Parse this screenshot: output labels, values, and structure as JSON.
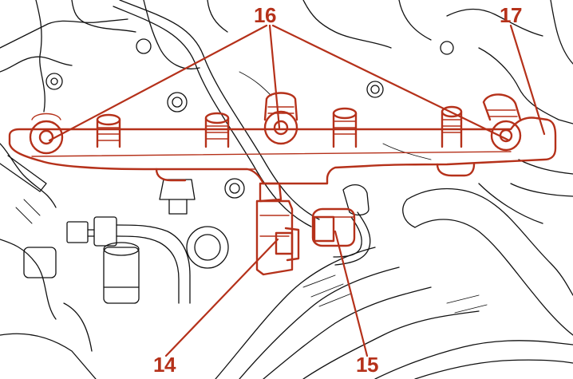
{
  "callouts": {
    "c16": "16",
    "c17": "17",
    "c14": "14",
    "c15": "15"
  },
  "colors": {
    "highlight": "#b5311a",
    "linework": "#111111",
    "background": "#ffffff"
  }
}
